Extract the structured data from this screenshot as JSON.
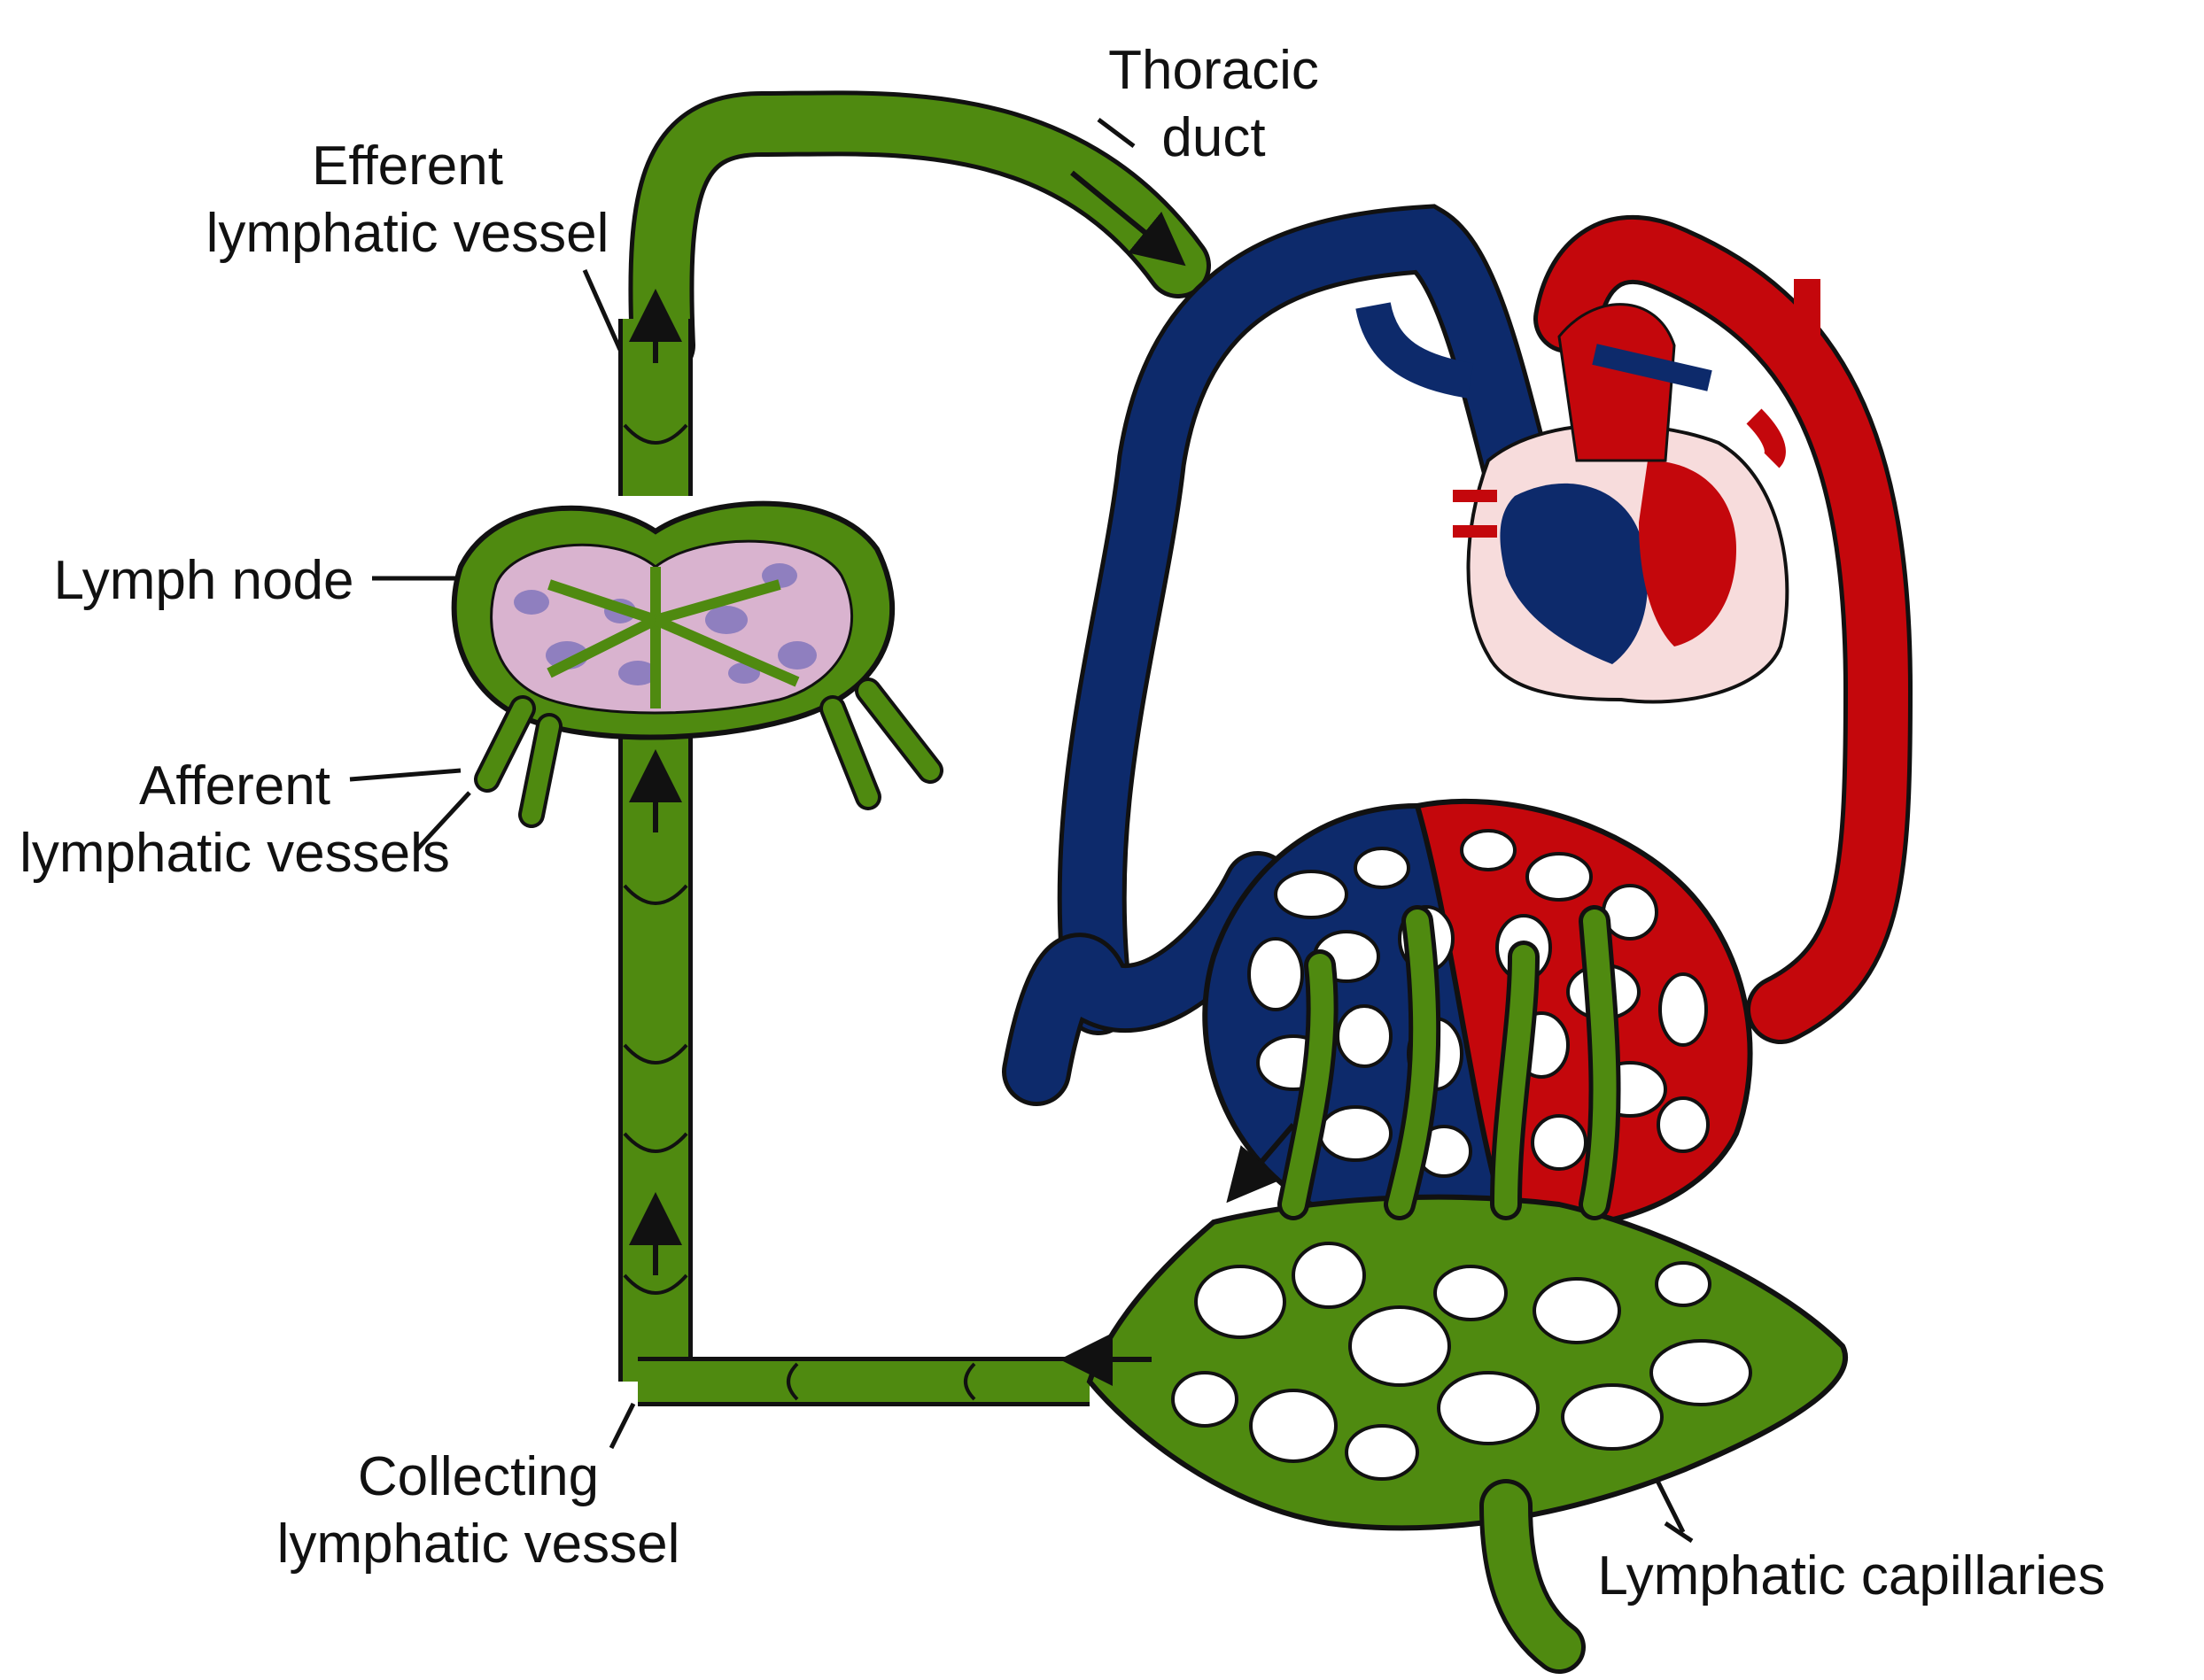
{
  "labels": {
    "thoracic_duct": {
      "line1": "Thoracic",
      "line2": "duct"
    },
    "efferent": {
      "line1": "Efferent",
      "line2": "lymphatic vessel"
    },
    "lymph_node": "Lymph node",
    "afferent": {
      "line1": "Afferent",
      "line2": "lymphatic vessels"
    },
    "collecting": {
      "line1": "Collecting",
      "line2": "lymphatic vessel"
    },
    "capillaries": "Lymphatic capillaries"
  },
  "colors": {
    "lymph_green": "#4f8a10",
    "vein_blue": "#0d2a6b",
    "artery_red": "#c4070c",
    "node_pink": "#d9b3cf",
    "node_nucleus": "#8f7fbf",
    "heart_pink": "#f7dcdc",
    "outline": "#111111"
  },
  "icons": {
    "flow_arrow": "arrow-icon",
    "valve": "valve-icon"
  }
}
